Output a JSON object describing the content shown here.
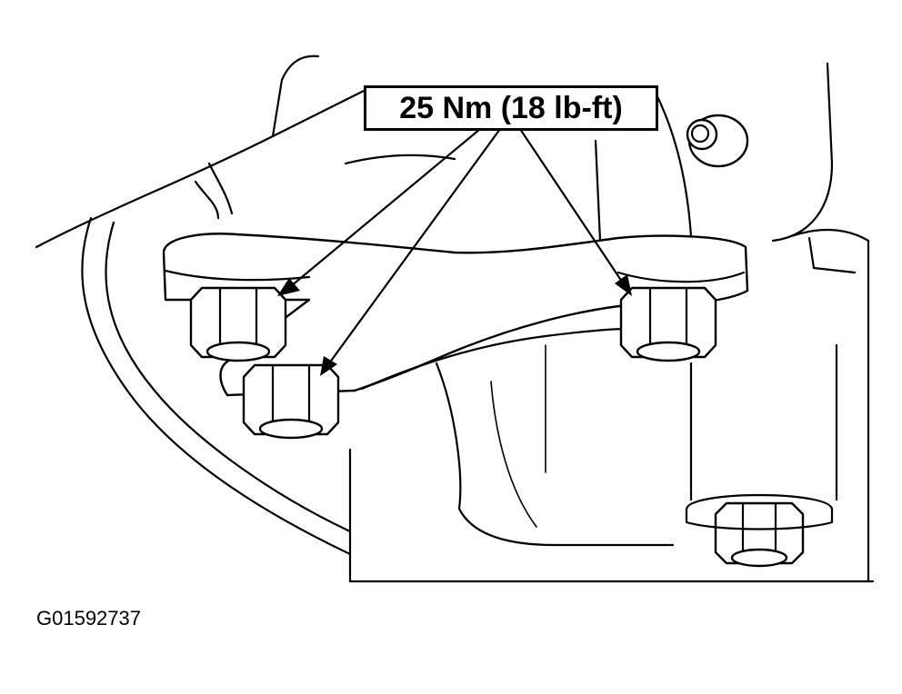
{
  "callout": {
    "torque_label": "25 Nm (18 lb-ft)"
  },
  "figure": {
    "id": "G01592737"
  },
  "icons": [
    "hex-nut",
    "arrow",
    "bushing"
  ]
}
